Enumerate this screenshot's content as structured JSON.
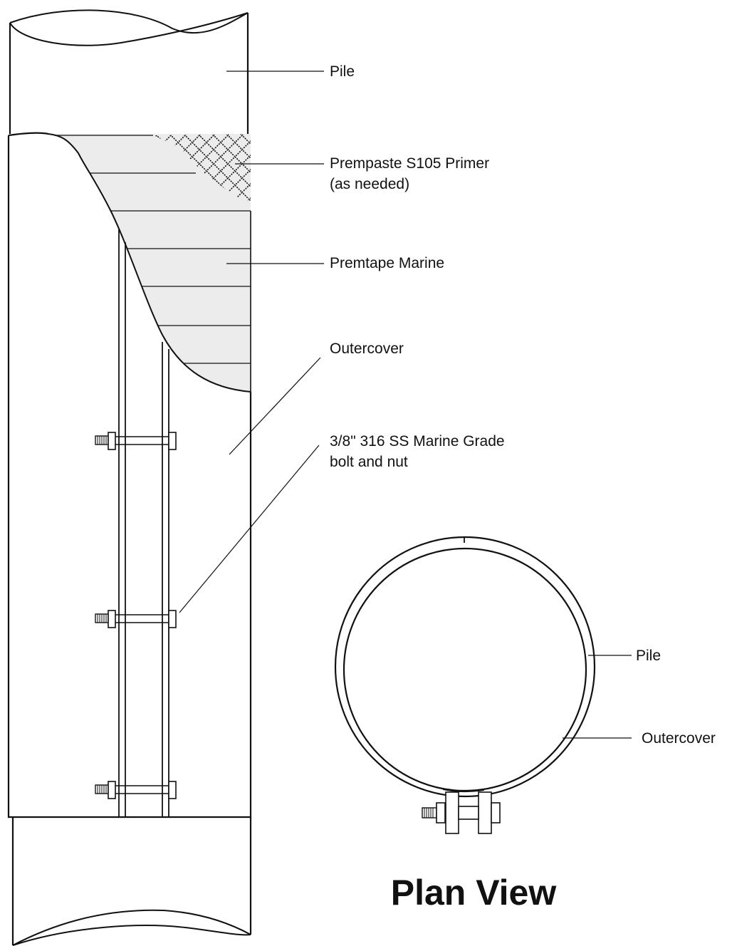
{
  "labels": {
    "pile_top": "Pile",
    "primer_line1": "Prempaste S105 Primer",
    "primer_line2": "(as needed)",
    "tape": "Premtape Marine",
    "outercover": "Outercover",
    "bolt_line1": "3/8\" 316 SS Marine Grade",
    "bolt_line2": "bolt and nut",
    "plan_pile": "Pile",
    "plan_outercover": "Outercover"
  },
  "title": "Plan View",
  "colors": {
    "ink": "#111111",
    "tape_fill": "#ececec",
    "paper": "#ffffff"
  }
}
